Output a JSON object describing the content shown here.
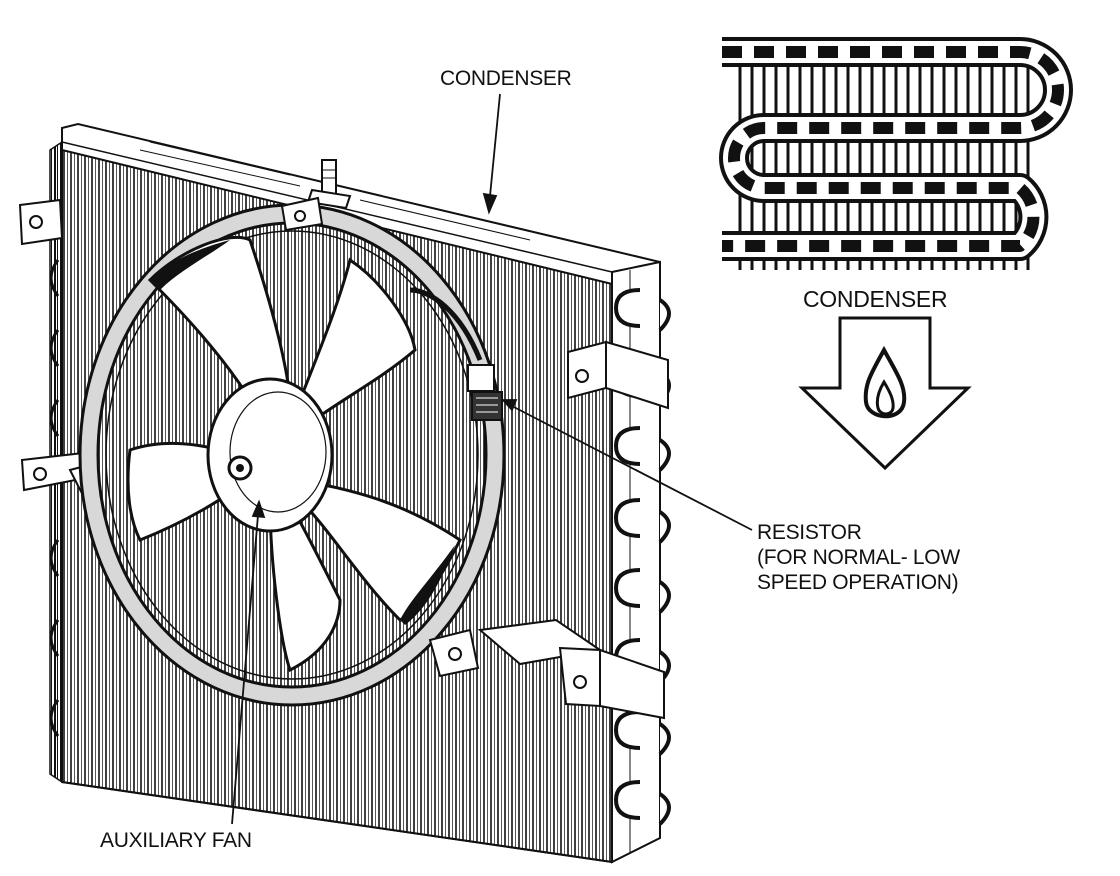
{
  "labels": {
    "condenser_main": "CONDENSER",
    "condenser_diagram": "CONDENSER",
    "resistor": [
      "RESISTOR",
      "(FOR NORMAL- LOW",
      "SPEED OPERATION)"
    ],
    "auxiliary_fan": "AUXILIARY FAN"
  },
  "colors": {
    "ink": "#111111",
    "paper": "#ffffff",
    "shade": "#d8d8d8"
  },
  "icons": {
    "heat_symbol": "flame-icon",
    "flow_direction": "down-arrow-icon"
  }
}
